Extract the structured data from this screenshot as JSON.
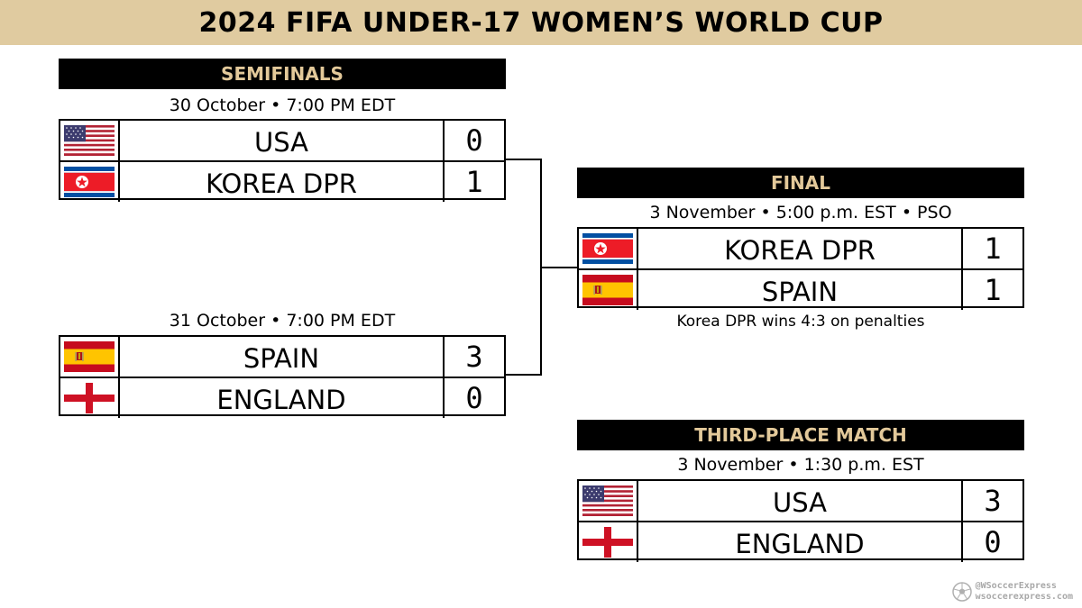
{
  "title": "2024 FIFA UNDER-17 WOMEN’S WORLD CUP",
  "semifinals": {
    "header": "SEMIFINALS",
    "matches": [
      {
        "info": "30 October • 7:00 PM EDT",
        "teams": [
          {
            "name": "USA",
            "score": "0",
            "flag": "usa-flag-icon"
          },
          {
            "name": "KOREA DPR",
            "score": "1",
            "flag": "korea-dpr-flag-icon"
          }
        ]
      },
      {
        "info": "31 October • 7:00 PM EDT",
        "teams": [
          {
            "name": "SPAIN",
            "score": "3",
            "flag": "spain-flag-icon"
          },
          {
            "name": "ENGLAND",
            "score": "0",
            "flag": "england-flag-icon"
          }
        ]
      }
    ]
  },
  "final": {
    "header": "FINAL",
    "info": "3 November • 5:00 p.m. EST • PSO",
    "teams": [
      {
        "name": "KOREA DPR",
        "score": "1",
        "flag": "korea-dpr-flag-icon"
      },
      {
        "name": "SPAIN",
        "score": "1",
        "flag": "spain-flag-icon"
      }
    ],
    "note": "Korea DPR wins 4:3 on penalties"
  },
  "third_place": {
    "header": "THIRD-PLACE MATCH",
    "info": "3 November • 1:30 p.m. EST",
    "teams": [
      {
        "name": "USA",
        "score": "3",
        "flag": "usa-flag-icon"
      },
      {
        "name": "ENGLAND",
        "score": "0",
        "flag": "england-flag-icon"
      }
    ]
  },
  "watermark": {
    "handle": "@WSoccerExpress",
    "site": "wsoccerexpress.com",
    "icon": "soccer-ball-icon"
  },
  "colors": {
    "banner": "#e0cba0",
    "header_bg": "#000000",
    "header_text": "#e3c99a"
  }
}
